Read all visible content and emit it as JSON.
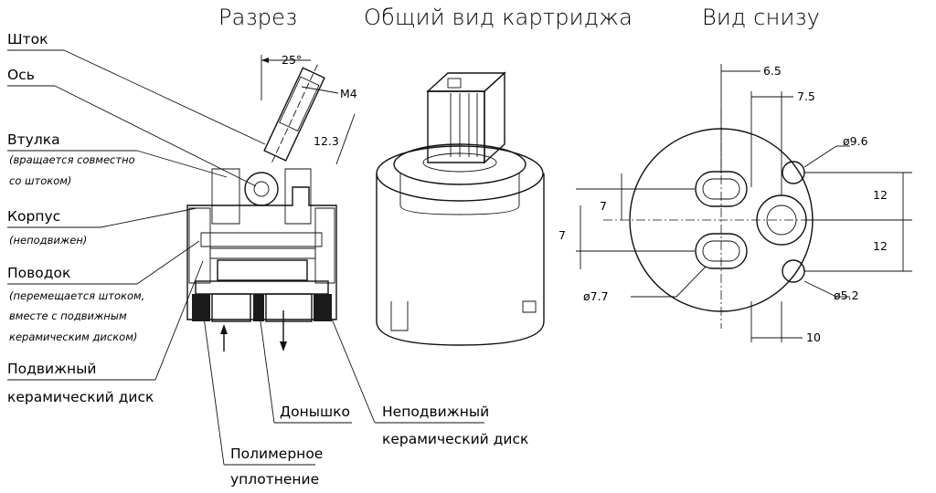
{
  "titles": {
    "section": "Разрез",
    "general": "Общий вид картриджа",
    "bottom": "Вид снизу"
  },
  "labels": {
    "stem": "Шток",
    "axis": "Ось",
    "sleeve": "Втулка",
    "sleeve_note_1": "(вращается совместно",
    "sleeve_note_2": "со штоком)",
    "body": "Корпус",
    "body_note": "(неподвижен)",
    "driver": "Поводок",
    "driver_note_1": "(перемещается штоком,",
    "driver_note_2": "вместе с подвижным",
    "driver_note_3": "керамическим диском)",
    "moving_disc_1": "Подвижный",
    "moving_disc_2": "керамический диск",
    "bottom_part": "Донышко",
    "fixed_disc_1": "Неподвижный",
    "fixed_disc_2": "керамический диск",
    "seal_1": "Полимерное",
    "seal_2": "уплотнение"
  },
  "section_dims": {
    "angle": "25°",
    "thread": "M4",
    "height": "12.3"
  },
  "bottom_dims": {
    "d1": "6.5",
    "d2": "7.5",
    "d_big": "ø9.6",
    "d_small": "ø5.2",
    "d_slot": "ø7.7",
    "v1": "7",
    "v2": "7",
    "r1": "12",
    "r2": "12",
    "b1": "10"
  },
  "colors": {
    "ink": "#111111",
    "hatch": "#111111",
    "seal": "#1a1a1a",
    "body_fill": "#ffffff"
  }
}
